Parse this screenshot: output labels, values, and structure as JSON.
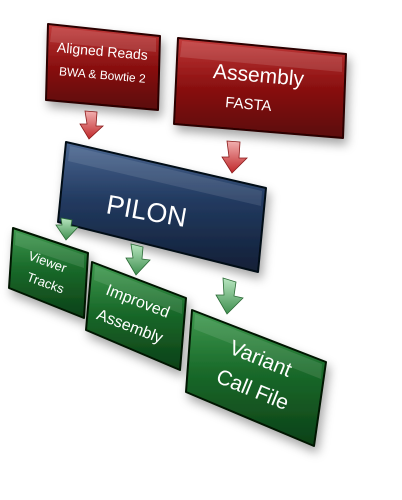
{
  "colors": {
    "input": "#8e1212",
    "core": "#1f3558",
    "output": "#1a6a2a",
    "arrow_input": "#c94a4a",
    "arrow_output": "#5aa36a"
  },
  "nodes": {
    "aligned_reads": {
      "line1": "Aligned Reads",
      "line2": "BWA & Bowtie 2"
    },
    "assembly": {
      "line1": "Assembly",
      "line2": "FASTA"
    },
    "pilon": {
      "label": "PILON"
    },
    "viewer_tracks": {
      "line1": "Viewer",
      "line2": "Tracks"
    },
    "improved_assembly": {
      "line1": "Improved",
      "line2": "Assembly"
    },
    "variant_call_file": {
      "line1": "Variant",
      "line2": "Call File"
    }
  }
}
